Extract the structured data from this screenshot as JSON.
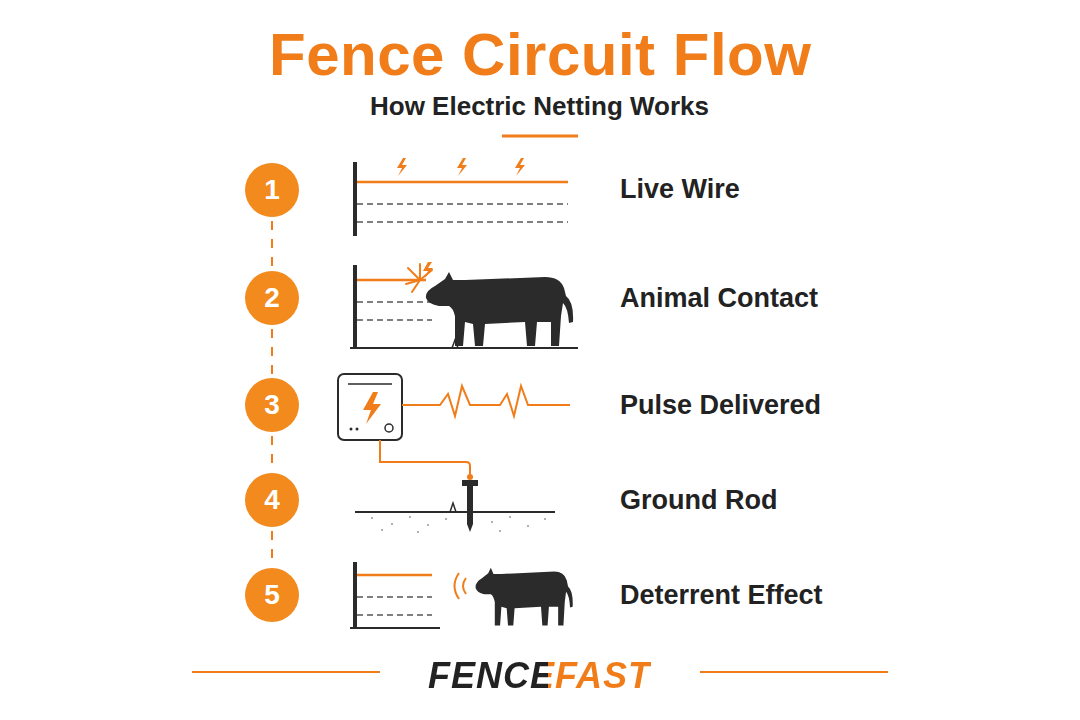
{
  "diagram": {
    "title": "Fence Circuit Flow",
    "caption": "How Electric Netting Works",
    "nodes": [
      {
        "text": [
          "1"
        ]
      },
      {
        "text": [
          "2"
        ]
      },
      {
        "text": [
          "3"
        ]
      },
      {
        "text": [
          "4"
        ]
      },
      {
        "text": [
          "5"
        ]
      }
    ],
    "edges": [
      {
        "from": 0,
        "to": 1,
        "arrow": "none"
      },
      {
        "from": 1,
        "to": 2,
        "arrow": "none"
      },
      {
        "from": 2,
        "to": 3,
        "arrow": "none"
      },
      {
        "from": 3,
        "to": 4,
        "arrow": "none"
      }
    ],
    "labels": [
      "Live Wire",
      "Animal Contact",
      "Pulse Delivered",
      "Ground Rod",
      "Deterrent Effect",
      "FENCEFAST"
    ]
  }
}
